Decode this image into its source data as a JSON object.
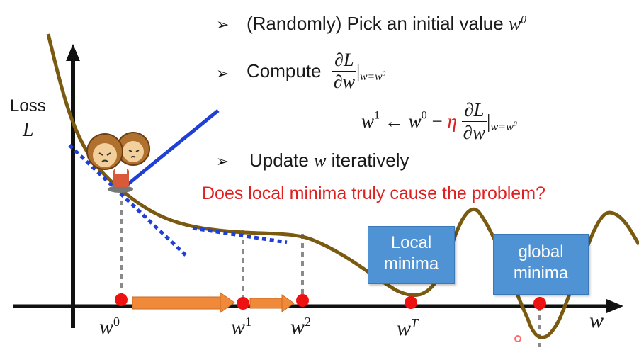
{
  "bullets": [
    {
      "text": "(Randomly) Pick an initial value",
      "var": "w",
      "sup": "0"
    },
    {
      "text": "Compute",
      "frac_num": "∂L",
      "frac_den": "∂w",
      "eval": "|",
      "eval_sub": "w=w",
      "eval_sub_sup": "0"
    },
    {
      "text": "Update",
      "var": "w",
      "tail": "iteratively"
    }
  ],
  "update_rule": {
    "lhs": "w",
    "lhs_sup": "1",
    "arrow": "←",
    "rhs_w": "w",
    "rhs_sup": "0",
    "minus": "−",
    "eta": "η",
    "frac_num": "∂L",
    "frac_den": "∂w",
    "eval": "|",
    "eval_sub": "w=w",
    "eval_sub_sup": "0"
  },
  "question": "Does local minima truly cause the problem?",
  "axis": {
    "ylabel_line1": "Loss",
    "ylabel_line2": "L",
    "xlabel": "w"
  },
  "points": [
    {
      "base": "w",
      "sup": "0"
    },
    {
      "base": "w",
      "sup": "1"
    },
    {
      "base": "w",
      "sup": "2"
    },
    {
      "base": "w",
      "sup": "T"
    }
  ],
  "boxes": {
    "local": {
      "line1": "Local",
      "line2": "minima"
    },
    "global": {
      "line1": "global",
      "line2": "minima"
    }
  },
  "colors": {
    "curve": "#7a5a10",
    "tangent": "#1f3fd6",
    "dot": "#ee1111",
    "arrow": "#f08a3a",
    "box": "#4f93d4",
    "question": "#e02020",
    "eta": "#e02020"
  }
}
